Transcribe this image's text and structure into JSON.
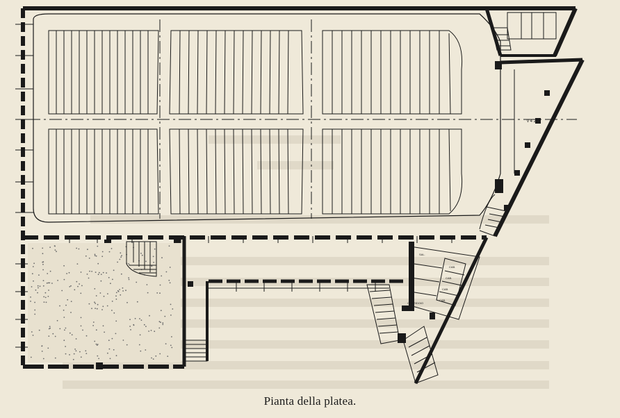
{
  "figure": {
    "caption": "Pianta della platea.",
    "dimension_label": "v 4 20"
  },
  "room_labels": [
    "SAL.",
    "CAB.",
    "CAB.",
    "CAB.",
    "CAB.",
    "CORRIDOIO"
  ],
  "colors": {
    "paper": "#efe9d9",
    "ink": "#1a1a1a",
    "bleed_through": "#b9b2a2",
    "stipple": "#6b6b6b"
  },
  "seating": {
    "blocks_per_row": 3,
    "rows_per_block": 2,
    "seat_rows_per_block": 14
  }
}
